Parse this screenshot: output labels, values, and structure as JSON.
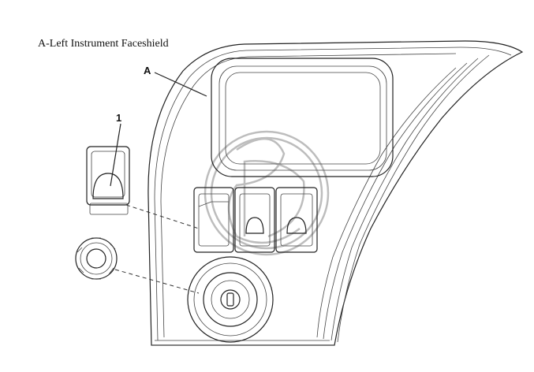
{
  "caption": "A-Left Instrument Faceshield",
  "callouts": {
    "panel": "A",
    "part": "1"
  }
}
